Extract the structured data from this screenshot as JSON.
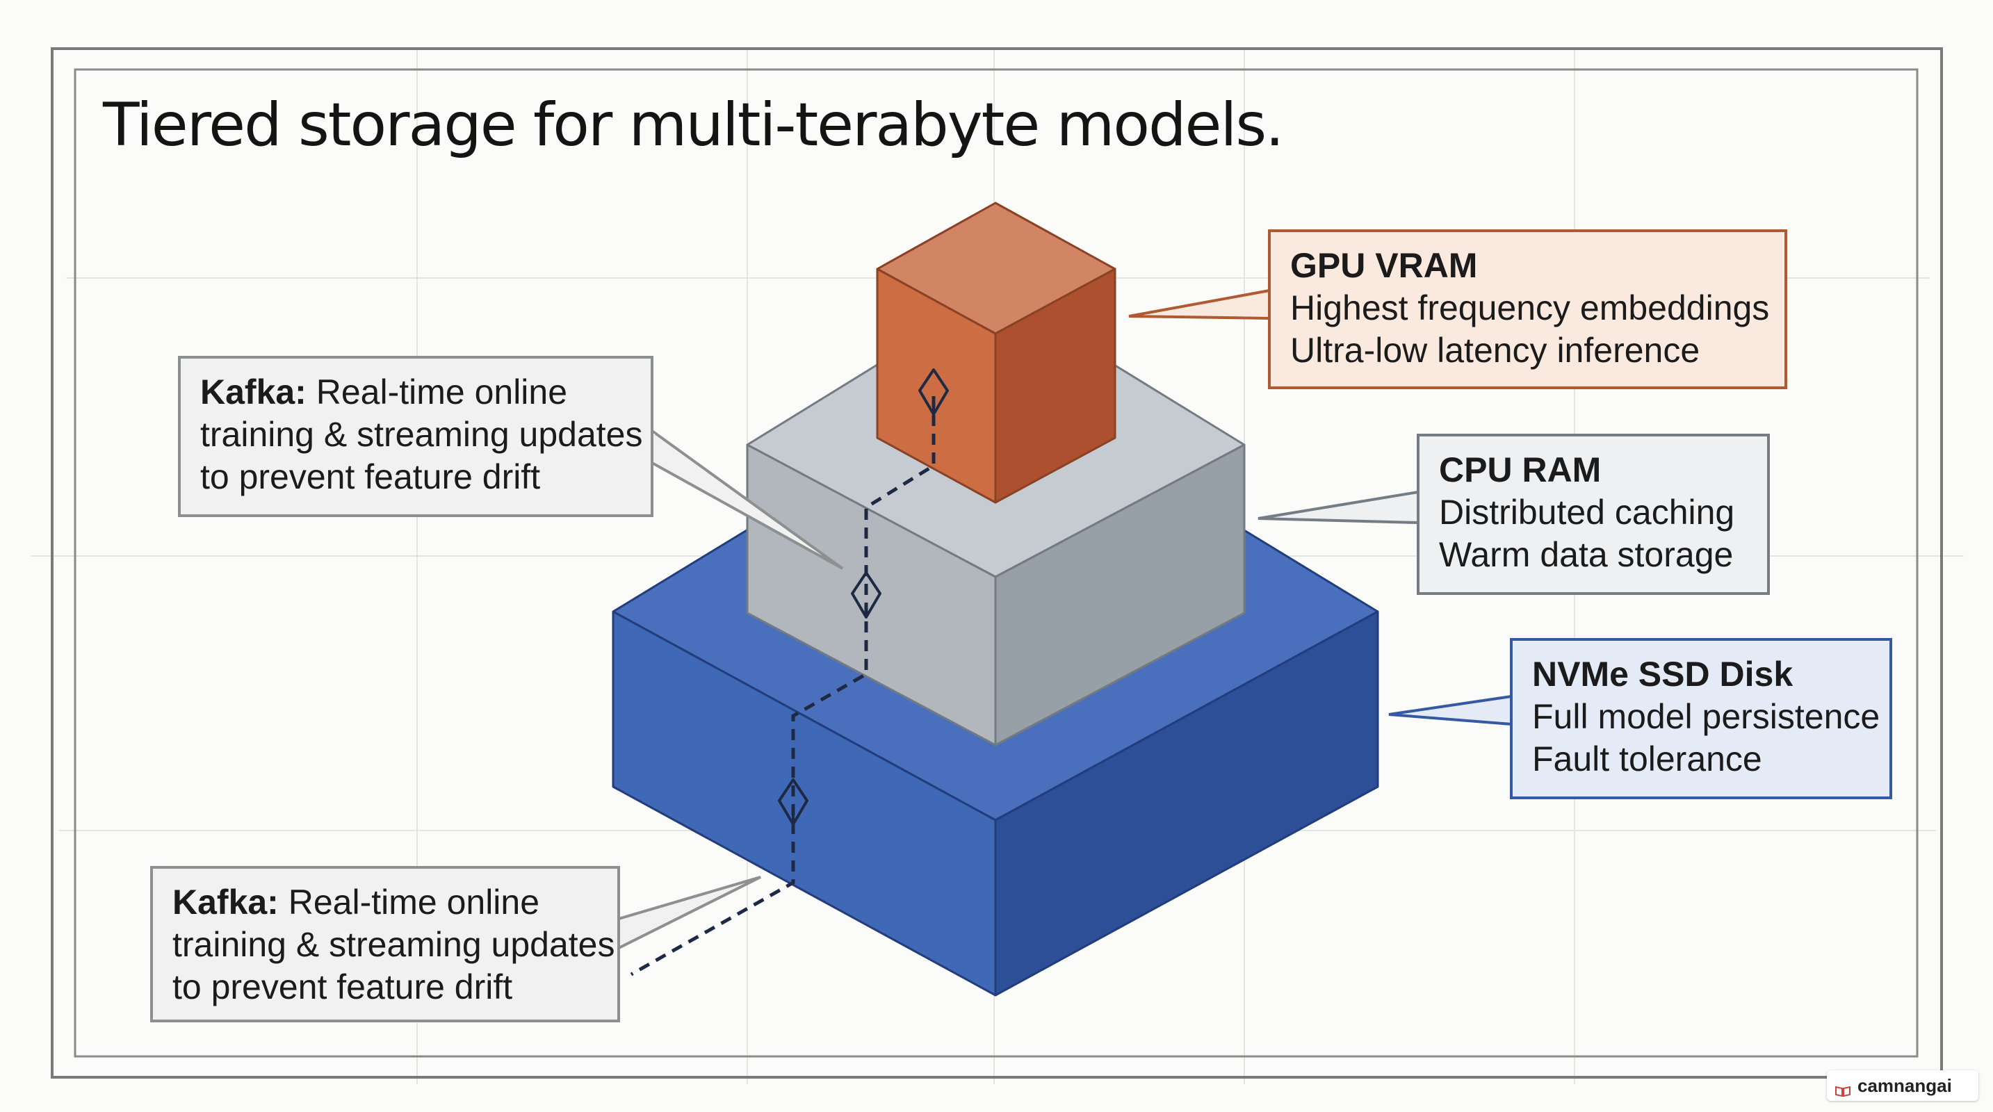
{
  "title": "Tiered storage for multi-terabyte models.",
  "callouts": {
    "gpu": {
      "heading": "GPU VRAM",
      "line1": "Highest frequency embeddings",
      "line2": "Ultra-low latency inference"
    },
    "cpu": {
      "heading": "CPU RAM",
      "line1": "Distributed caching",
      "line2": "Warm data storage"
    },
    "nvme": {
      "heading": "NVMe SSD Disk",
      "line1": "Full model persistence",
      "line2": "Fault tolerance"
    },
    "kafka_top": {
      "label": "Kafka:",
      "line1": "Real-time online",
      "line2": "training & streaming updates",
      "line3": "to prevent feature drift"
    },
    "kafka_bottom": {
      "label": "Kafka:",
      "line1": "Real-time online",
      "line2": "training & streaming updates",
      "line3": "to prevent feature drift"
    }
  },
  "tiers": [
    {
      "name": "GPU VRAM",
      "colors": {
        "top": "#d28565",
        "left": "#cd6d44",
        "right": "#ad5030",
        "border": "#8a4225"
      }
    },
    {
      "name": "CPU RAM",
      "colors": {
        "top": "#c5cbd1",
        "left": "#b1b7bd",
        "right": "#979fa7",
        "border": "#737a82"
      }
    },
    {
      "name": "NVMe SSD Disk",
      "colors": {
        "top": "#4a70bd",
        "left": "#3f68b7",
        "right": "#2d4f98",
        "border": "#213d7c"
      }
    }
  ],
  "watermark": "camnangai"
}
